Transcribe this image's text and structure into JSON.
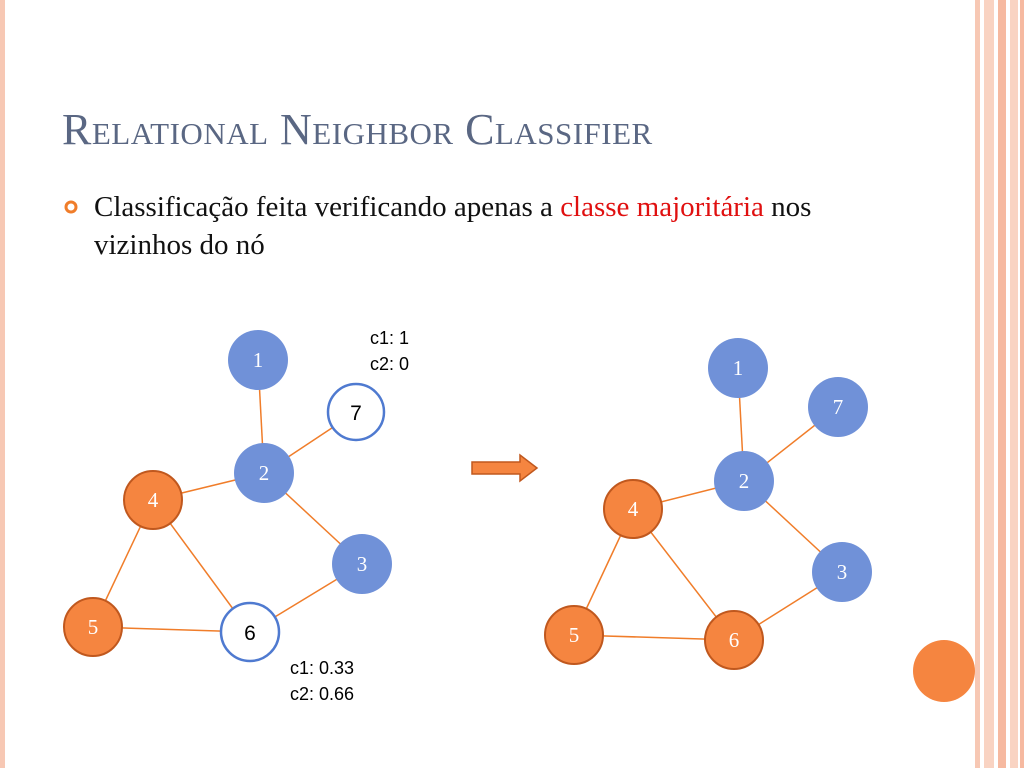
{
  "slide": {
    "title": "Relational Neighbor Classifier",
    "bullet": {
      "text_before": "Classificação feita verificando apenas a ",
      "highlight": "classe majoritária",
      "text_after": " nos vizinhos do nó"
    }
  },
  "colors": {
    "blue_node": "#7091d8",
    "orange_node": "#f58540",
    "orange_border": "#c0581e",
    "edge": "#f07d2a",
    "unknown_border": "#4f7ad0",
    "title": "#5a6783",
    "highlight": "#e01010"
  },
  "graph_before": {
    "nodes": [
      {
        "id": "1",
        "class": "blue"
      },
      {
        "id": "7",
        "class": "unknown"
      },
      {
        "id": "2",
        "class": "blue"
      },
      {
        "id": "4",
        "class": "orange"
      },
      {
        "id": "3",
        "class": "blue"
      },
      {
        "id": "5",
        "class": "orange"
      },
      {
        "id": "6",
        "class": "unknown"
      }
    ],
    "annotation_7": {
      "line1": "c1: 1",
      "line2": "c2: 0"
    },
    "annotation_6": {
      "line1": "c1: 0.33",
      "line2": "c2: 0.66"
    }
  },
  "graph_after": {
    "nodes": [
      {
        "id": "1",
        "class": "blue"
      },
      {
        "id": "7",
        "class": "blue"
      },
      {
        "id": "2",
        "class": "blue"
      },
      {
        "id": "4",
        "class": "orange"
      },
      {
        "id": "3",
        "class": "blue"
      },
      {
        "id": "5",
        "class": "orange"
      },
      {
        "id": "6",
        "class": "orange"
      }
    ]
  },
  "arrow_icon": "right-arrow-icon"
}
